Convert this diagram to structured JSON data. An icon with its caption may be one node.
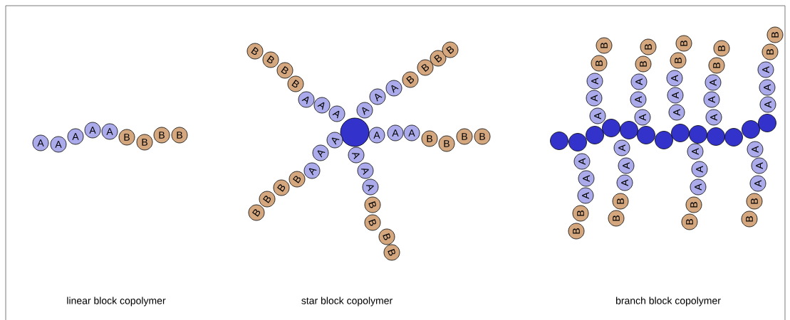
{
  "diagram": {
    "nodes": [
      {
        "text": [
          "A"
        ]
      },
      {
        "text": [
          "A"
        ]
      },
      {
        "text": [
          "A"
        ]
      },
      {
        "text": [
          "A"
        ]
      },
      {
        "text": [
          "A"
        ]
      },
      {
        "text": [
          "B"
        ]
      },
      {
        "text": [
          "B"
        ]
      },
      {
        "text": [
          "B"
        ]
      },
      {
        "text": [
          "B"
        ]
      },
      {
        "text": [],
        "shape": "circle"
      },
      {
        "text": [
          "A"
        ]
      },
      {
        "text": [
          "A"
        ]
      },
      {
        "text": [
          "A"
        ]
      },
      {
        "text": [
          "B"
        ]
      },
      {
        "text": [
          "B"
        ]
      },
      {
        "text": [
          "B"
        ]
      },
      {
        "text": [
          "B"
        ]
      },
      {
        "text": [
          "A"
        ]
      },
      {
        "text": [
          "A"
        ]
      },
      {
        "text": [
          "A"
        ]
      },
      {
        "text": [
          "B"
        ]
      },
      {
        "text": [
          "B"
        ]
      },
      {
        "text": [
          "B"
        ]
      },
      {
        "text": [
          "B"
        ]
      },
      {
        "text": [
          "A"
        ]
      },
      {
        "text": [
          "A"
        ]
      },
      {
        "text": [
          "A"
        ]
      },
      {
        "text": [
          "B"
        ]
      },
      {
        "text": [
          "B"
        ]
      },
      {
        "text": [
          "B"
        ]
      },
      {
        "text": [
          "B"
        ]
      },
      {
        "text": [
          "A"
        ]
      },
      {
        "text": [
          "A"
        ]
      },
      {
        "text": [
          "A"
        ]
      },
      {
        "text": [
          "B"
        ]
      },
      {
        "text": [
          "B"
        ]
      },
      {
        "text": [
          "B"
        ]
      },
      {
        "text": [
          "B"
        ]
      },
      {
        "text": [
          "A"
        ]
      },
      {
        "text": [
          "A"
        ]
      },
      {
        "text": [
          "A"
        ]
      },
      {
        "text": [
          "B"
        ]
      },
      {
        "text": [
          "B"
        ]
      },
      {
        "text": [
          "B"
        ]
      },
      {
        "text": [
          "B"
        ]
      },
      {
        "text": [],
        "shape": "circle"
      },
      {
        "text": [],
        "shape": "circle"
      },
      {
        "text": [],
        "shape": "circle"
      },
      {
        "text": [],
        "shape": "circle"
      },
      {
        "text": [],
        "shape": "circle"
      },
      {
        "text": [],
        "shape": "circle"
      },
      {
        "text": [],
        "shape": "circle"
      },
      {
        "text": [],
        "shape": "circle"
      },
      {
        "text": [],
        "shape": "circle"
      },
      {
        "text": [],
        "shape": "circle"
      },
      {
        "text": [],
        "shape": "circle"
      },
      {
        "text": [],
        "shape": "circle"
      },
      {
        "text": [],
        "shape": "circle"
      },
      {
        "text": [
          "A"
        ]
      },
      {
        "text": [
          "A"
        ]
      },
      {
        "text": [
          "A"
        ]
      },
      {
        "text": [
          "B"
        ]
      },
      {
        "text": [
          "B"
        ]
      },
      {
        "text": [
          "A"
        ]
      },
      {
        "text": [
          "A"
        ]
      },
      {
        "text": [
          "A"
        ]
      },
      {
        "text": [
          "B"
        ]
      },
      {
        "text": [
          "B"
        ]
      },
      {
        "text": [
          "A"
        ]
      },
      {
        "text": [
          "A"
        ]
      },
      {
        "text": [
          "A"
        ]
      },
      {
        "text": [
          "B"
        ]
      },
      {
        "text": [
          "B"
        ]
      },
      {
        "text": [
          "A"
        ]
      },
      {
        "text": [
          "A"
        ]
      },
      {
        "text": [
          "A"
        ]
      },
      {
        "text": [
          "B"
        ]
      },
      {
        "text": [
          "B"
        ]
      },
      {
        "text": [
          "A"
        ]
      },
      {
        "text": [
          "A"
        ]
      },
      {
        "text": [
          "A"
        ]
      },
      {
        "text": [
          "B"
        ]
      },
      {
        "text": [
          "B"
        ]
      },
      {
        "text": [
          "A"
        ]
      },
      {
        "text": [
          "A"
        ]
      },
      {
        "text": [
          "A"
        ]
      },
      {
        "text": [
          "B"
        ]
      },
      {
        "text": [
          "B"
        ]
      },
      {
        "text": [
          "A"
        ]
      },
      {
        "text": [
          "A"
        ]
      },
      {
        "text": [
          "A"
        ]
      },
      {
        "text": [
          "B"
        ]
      },
      {
        "text": [
          "B"
        ]
      },
      {
        "text": [
          "A"
        ]
      },
      {
        "text": [
          "A"
        ]
      },
      {
        "text": [
          "A"
        ]
      },
      {
        "text": [
          "B"
        ]
      },
      {
        "text": [
          "B"
        ]
      },
      {
        "text": [
          "A"
        ]
      },
      {
        "text": [
          "A"
        ]
      },
      {
        "text": [
          "A"
        ]
      },
      {
        "text": [
          "B"
        ]
      },
      {
        "text": [
          "B"
        ]
      }
    ],
    "labels": [
      "linear block copolymer",
      "star block copolymer",
      "branch block copolymer"
    ]
  }
}
